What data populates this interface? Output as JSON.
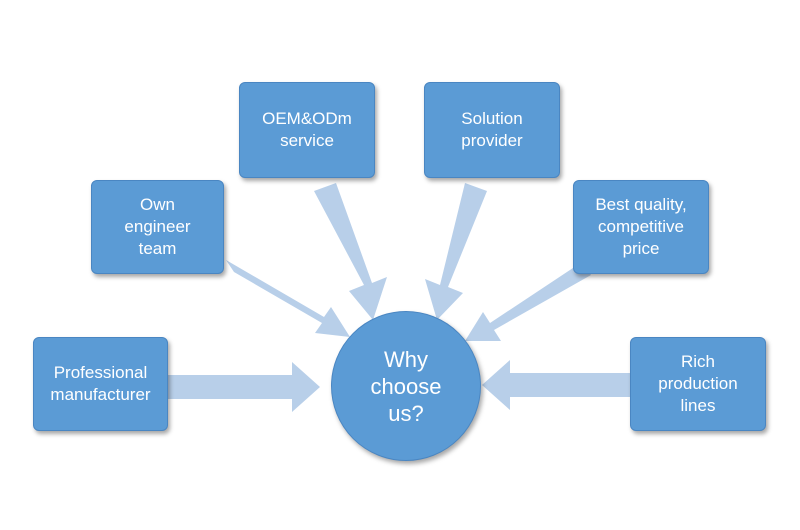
{
  "diagram": {
    "center_label": "Why\nchoose\nus?",
    "nodes": [
      {
        "label": "OEM&ODm\nservice"
      },
      {
        "label": "Solution\nprovider"
      },
      {
        "label": "Own\nengineer\nteam"
      },
      {
        "label": "Best quality,\ncompetitive\nprice"
      },
      {
        "label": "Professional\nmanufacturer"
      },
      {
        "label": "Rich\nproduction\nlines"
      }
    ],
    "colors": {
      "node_fill": "#5b9bd5",
      "arrow_fill": "#b8cfe9",
      "text": "#ffffff"
    }
  }
}
